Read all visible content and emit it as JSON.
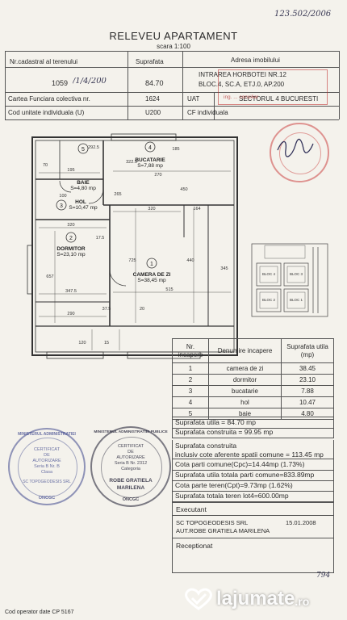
{
  "doc_number": "123.502/2006",
  "title": "RELEVEU APARTAMENT",
  "scale": "scara 1:100",
  "header": {
    "col_cadastral": "Nr.cadastral al terenului",
    "col_area": "Suprafata",
    "col_address": "Adresa imobilului",
    "cadastral_value": "1059",
    "cadastral_handwritten": "/1/4/200",
    "area_value": "84.70",
    "address_line1": "INTRAREA HORBOTEI NR.12",
    "address_line2": "BLOC.4, SC.A, ETJ.0, AP.200",
    "land_book_label": "Cartea Funciara colectiva nr.",
    "land_book_value": "1624",
    "uat_label": "UAT",
    "uat_value": "SECTORUL 4 BUCURESTI",
    "unit_label": "Cod unitate individuala (U)",
    "unit_value": "U200",
    "cf_label": "CF individuala",
    "stamp_text": "ing. ... consilier"
  },
  "rooms_plan": [
    {
      "num": "1",
      "name": "CAMERA DE ZI",
      "area": "S=38,45 mp"
    },
    {
      "num": "2",
      "name": "DORMITOR",
      "area": "S=23,10 mp"
    },
    {
      "num": "3",
      "name": "HOL",
      "area": "S=10,47 mp"
    },
    {
      "num": "4",
      "name": "BUCATARIE",
      "area": "S=7,88 mp"
    },
    {
      "num": "5",
      "name": "BAIE",
      "area": "S=4,80 mp"
    }
  ],
  "dims": {
    "d1": "292.5",
    "d2": "322.5",
    "d3": "270",
    "d4": "70",
    "d5": "195",
    "d6": "320",
    "d7": "164",
    "d8": "17.5",
    "d9": "320",
    "d10": "347.5",
    "d11": "725",
    "d12": "440",
    "d13": "515",
    "d14": "290",
    "d15": "37.5",
    "d16": "20",
    "d17": "657",
    "d18": "120",
    "d19": "15",
    "d20": "185",
    "d21": "450",
    "d22": "345",
    "d23": "265",
    "d24": "100"
  },
  "table": {
    "h_nr": "Nr. incapere",
    "h_name": "Denumire incapere",
    "h_area": "Suprafata utila (mp)",
    "rows": [
      {
        "nr": "1",
        "name": "camera de zi",
        "area": "38.45"
      },
      {
        "nr": "2",
        "name": "dormitor",
        "area": "23.10"
      },
      {
        "nr": "3",
        "name": "bucatarie",
        "area": "7.88"
      },
      {
        "nr": "4",
        "name": "hol",
        "area": "10.47"
      },
      {
        "nr": "5",
        "name": "baie",
        "area": "4.80"
      }
    ]
  },
  "summary": {
    "util": "Suprafata utila = 84.70 mp",
    "constr": "Suprafata construita = 99.95 mp",
    "constr_common_1": "Suprafata construita",
    "constr_common_2": "inclusiv cote aferente spatii comune = 113.45 mp",
    "cpc": "Cota parti comune(Cpc)=14.44mp (1.73%)",
    "total_common": "Suprafata utila totala parti comune=833.89mp",
    "cpt": "Cota parte teren(Cpt)=9.73mp (1.62%)",
    "land_total": "Suprafata totala teren lot4=600.00mp"
  },
  "executant": {
    "label": "Executant",
    "firm": "SC TOPOGEODESIS SRL",
    "person": "AUT.ROBE GRATIELA MARILENA",
    "date": "15.01.2008",
    "receptionat": "Receptionat"
  },
  "stamps": {
    "left_ring": "MINISTERUL ADMINISTRATIEI",
    "left_center": [
      "CERTIFICAT",
      "DE",
      "AUTORIZARE",
      "Seria B Nr. B",
      "Clasa"
    ],
    "left_bottom": "SC TOPOGEODESIS SRL",
    "left_oncgc": "ONCGC",
    "right_center": [
      "CERTIFICAT",
      "DE",
      "AUTORIZARE",
      "Seria B Nr. 2312",
      "Categoria"
    ],
    "right_ring": "MINISTERUL ADMINISTRATIEI PUBLICE",
    "right_name": "ROBE GRATIELA",
    "right_name2": "MARILENA",
    "right_oncgc": "ONCGC"
  },
  "inset_labels": [
    "BLOC 4",
    "BLOC 3",
    "BLOC 2",
    "BLOC 1"
  ],
  "footer": {
    "code": "Cod operator date CP 5167",
    "page_number": "794",
    "watermark": "lajumate",
    "watermark_tld": ".ro"
  }
}
